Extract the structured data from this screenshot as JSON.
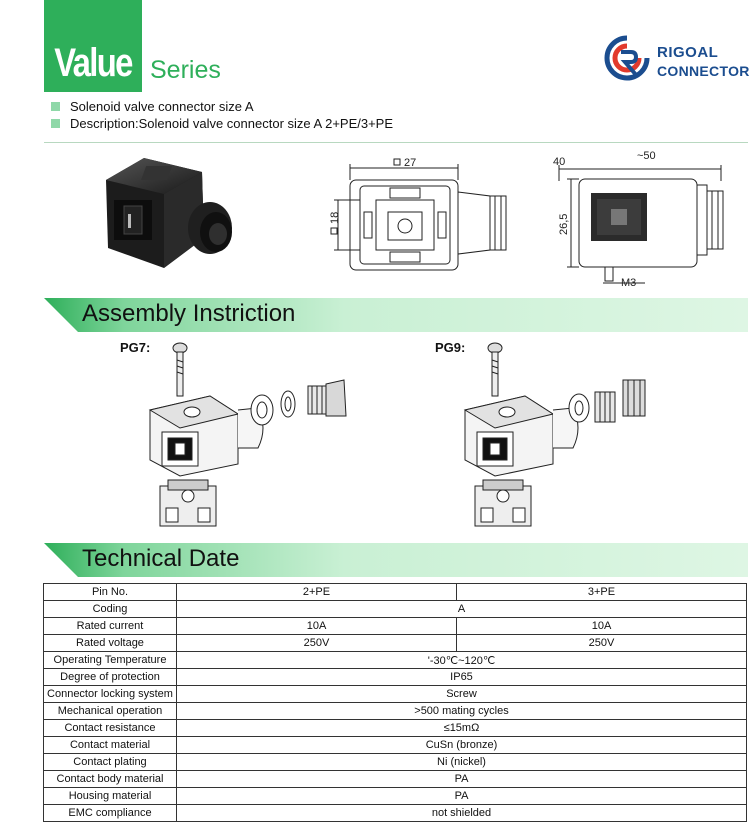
{
  "header": {
    "value_word": "Value",
    "series_word": "Series",
    "logo_line1": "RIGOAL",
    "logo_line2": "CONNECTOR"
  },
  "bullets": [
    "Solenoid valve connector size A",
    "Description:Solenoid valve connector size A  2+PE/3+PE"
  ],
  "drawings": {
    "front_width": "27",
    "front_height": "18",
    "side_depth": "40",
    "side_length": "~50",
    "side_height": "26,5",
    "screw_thread": "M3"
  },
  "assembly": {
    "title": "Assembly Instriction",
    "pg7_label": "PG7:",
    "pg9_label": "PG9:"
  },
  "technical": {
    "title": "Technical Date",
    "rows": [
      {
        "label": "Pin No.",
        "col1": "2+PE",
        "col2": "3+PE"
      },
      {
        "label": "Coding",
        "span": "A"
      },
      {
        "label": "Rated current",
        "col1": "10A",
        "col2": "10A"
      },
      {
        "label": "Rated voltage",
        "col1": "250V",
        "col2": "250V"
      },
      {
        "label": "Operating Temperature",
        "span": "'-30℃~120℃"
      },
      {
        "label": "Degree of protection",
        "span": "IP65"
      },
      {
        "label": "Connector locking system",
        "span": "Screw"
      },
      {
        "label": "Mechanical operation",
        "span": ">500 mating cycles"
      },
      {
        "label": "Contact resistance",
        "span": "≤15mΩ"
      },
      {
        "label": "Contact material",
        "span": "CuSn (bronze)"
      },
      {
        "label": "Contact plating",
        "span": "Ni (nickel)"
      },
      {
        "label": "Contact body material",
        "span": "PA"
      },
      {
        "label": "Housing material",
        "span": "PA"
      },
      {
        "label": "EMC compliance",
        "span": "not shielded"
      }
    ]
  },
  "colors": {
    "brand_green": "#2eaf5a",
    "bullet_green": "#8fd8a8",
    "logo_blue": "#1b4d8f",
    "logo_red": "#e23a2c"
  }
}
